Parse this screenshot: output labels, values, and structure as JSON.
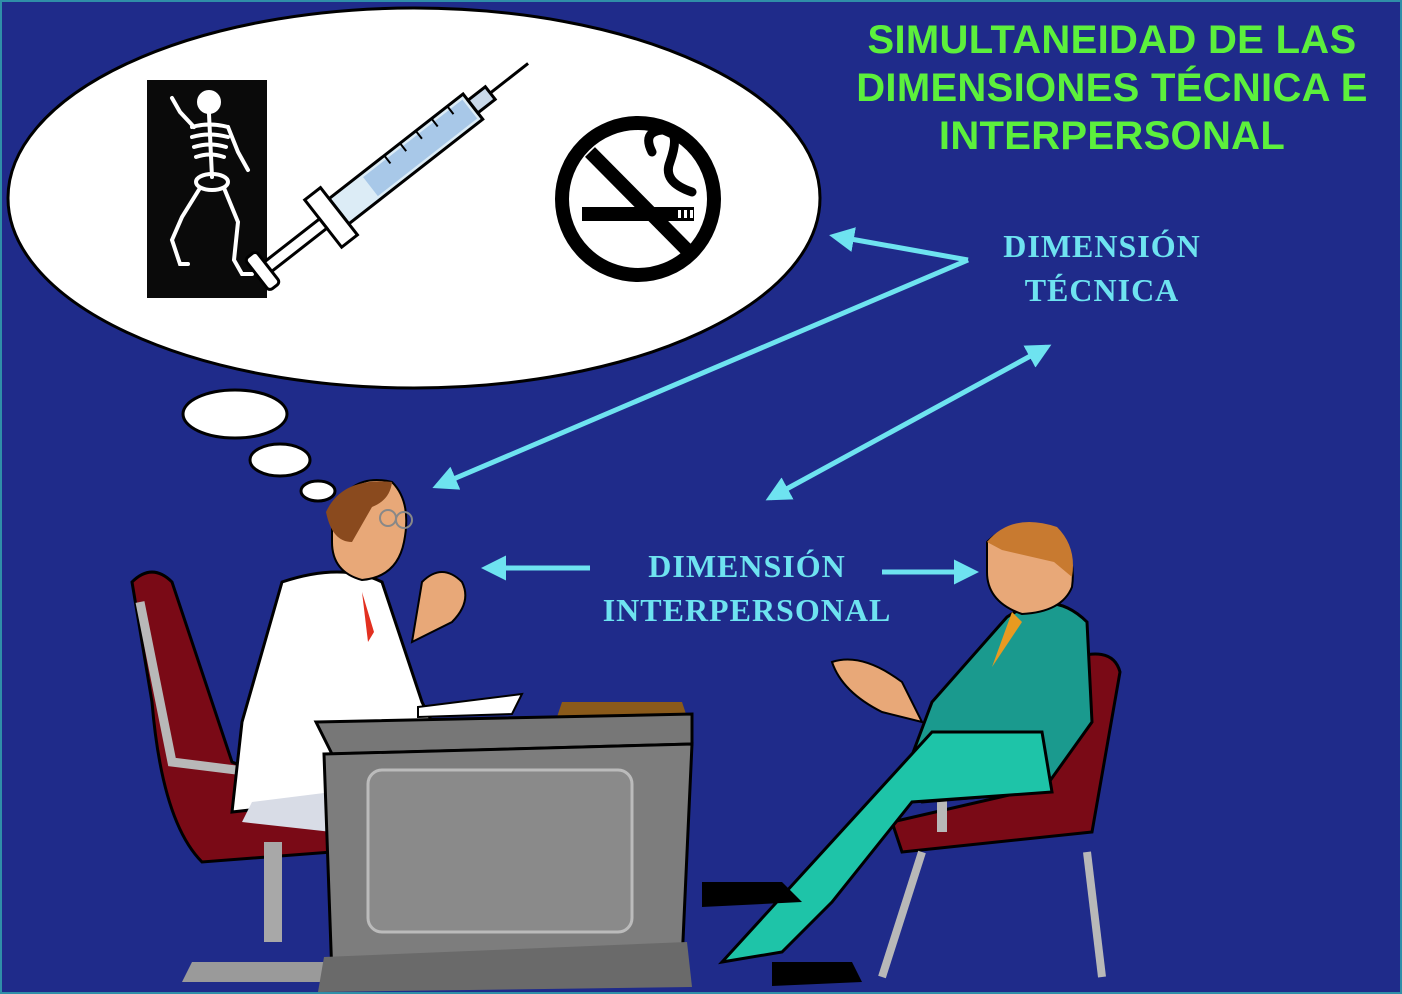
{
  "title": {
    "line1": "SIMULTANEIDAD DE LAS",
    "line2": "DIMENSIONES TÉCNICA E",
    "line3": "INTERPERSONAL"
  },
  "labels": {
    "technical": {
      "line1": "DIMENSIÓN",
      "line2": "TÉCNICA"
    },
    "interpersonal": {
      "line1": "DIMENSIÓN",
      "line2": "INTERPERSONAL"
    }
  },
  "colors": {
    "background": "#1f2b8a",
    "title": "#5cf03c",
    "labels_and_arrows": "#6ee3f0",
    "border": "#2f8fa8"
  },
  "icons": {
    "thought_bubble_items": [
      "skeleton-icon",
      "syringe-icon",
      "no-smoking-icon"
    ],
    "figures": [
      "doctor-figure",
      "patient-figure",
      "desk",
      "doctor-chair",
      "patient-chair"
    ]
  }
}
